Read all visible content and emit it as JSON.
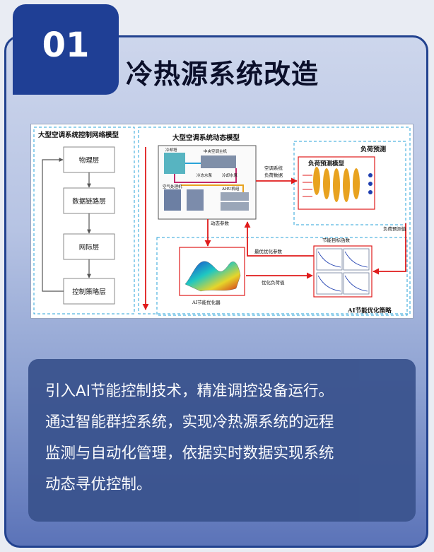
{
  "badge": {
    "number": "01"
  },
  "title": "冷热源系统改造",
  "diagram": {
    "network_model": {
      "title": "大型空调系统控制网络模型",
      "layers": [
        "物理层",
        "数据链路层",
        "网际层",
        "控制策略层"
      ]
    },
    "dynamic_model": {
      "title": "大型空调系统动态模型",
      "labels": [
        "冷却塔",
        "中央空调主机",
        "冷冻水泵",
        "冷却水泵",
        "空气处理机",
        "AHU机组"
      ],
      "flow_label": "动态参数"
    },
    "load_prediction": {
      "title": "负荷预测",
      "model_title": "负荷预测模型",
      "input_label_1": "空调系统",
      "input_label_2": "负荷数据",
      "output_label": "负荷预测值"
    },
    "optimization": {
      "title": "AI节能优化策略",
      "surface_label": "AI节能优化器",
      "objective_label": "节能目标函数",
      "arrow_optimal_params": "最优优化参数",
      "arrow_optimal_load": "优化负荷值"
    }
  },
  "description_lines": [
    "引入AI节能控制技术，精准调控设备运行。",
    "通过智能群控系统，实现冷热源系统的远程",
    "监测与自动化管理，依据实时数据实现系统",
    "动态寻优控制。"
  ]
}
